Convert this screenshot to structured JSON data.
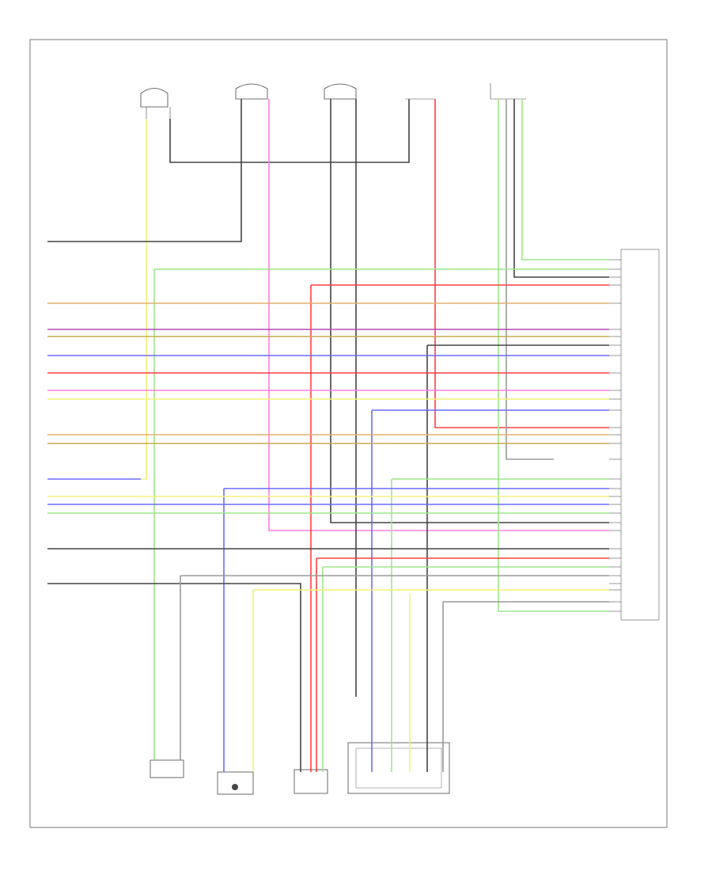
{
  "diagram": {
    "footer_code": "",
    "components": [
      {
        "key": "top1",
        "label_lines": [
          "",
          "",
          "",
          ""
        ]
      },
      {
        "key": "top2",
        "label_lines": [
          "",
          "",
          "",
          ""
        ]
      },
      {
        "key": "top3",
        "label_lines": [
          "",
          "",
          "",
          ""
        ]
      },
      {
        "key": "top4",
        "label_lines": [
          "",
          "",
          "",
          ""
        ]
      },
      {
        "key": "top5",
        "label_lines": [
          "",
          "",
          ""
        ]
      },
      {
        "key": "ecm",
        "label_lines": [
          "",
          "",
          "",
          "",
          ""
        ]
      },
      {
        "key": "bot1",
        "label_lines": [
          "",
          "",
          "",
          "",
          ""
        ]
      },
      {
        "key": "bot2",
        "label_lines": [
          "",
          "",
          "",
          ""
        ]
      },
      {
        "key": "bot3",
        "label_lines": [
          "",
          "",
          "",
          "",
          ""
        ]
      },
      {
        "key": "bot4",
        "label_lines": [
          "",
          "",
          "",
          ""
        ]
      }
    ],
    "wire_colors": {
      "yellow": "#f2f27a",
      "green": "#9ee68c",
      "magenta": "#ff7fe0",
      "red": "#ff4040",
      "blue": "#6b6bff",
      "black": "#444444",
      "gray": "#9a9a9a",
      "tan": "#e0b070",
      "purple": "#b04ab0",
      "olive": "#c8a850",
      "cyan": "#7fd0ff"
    }
  }
}
